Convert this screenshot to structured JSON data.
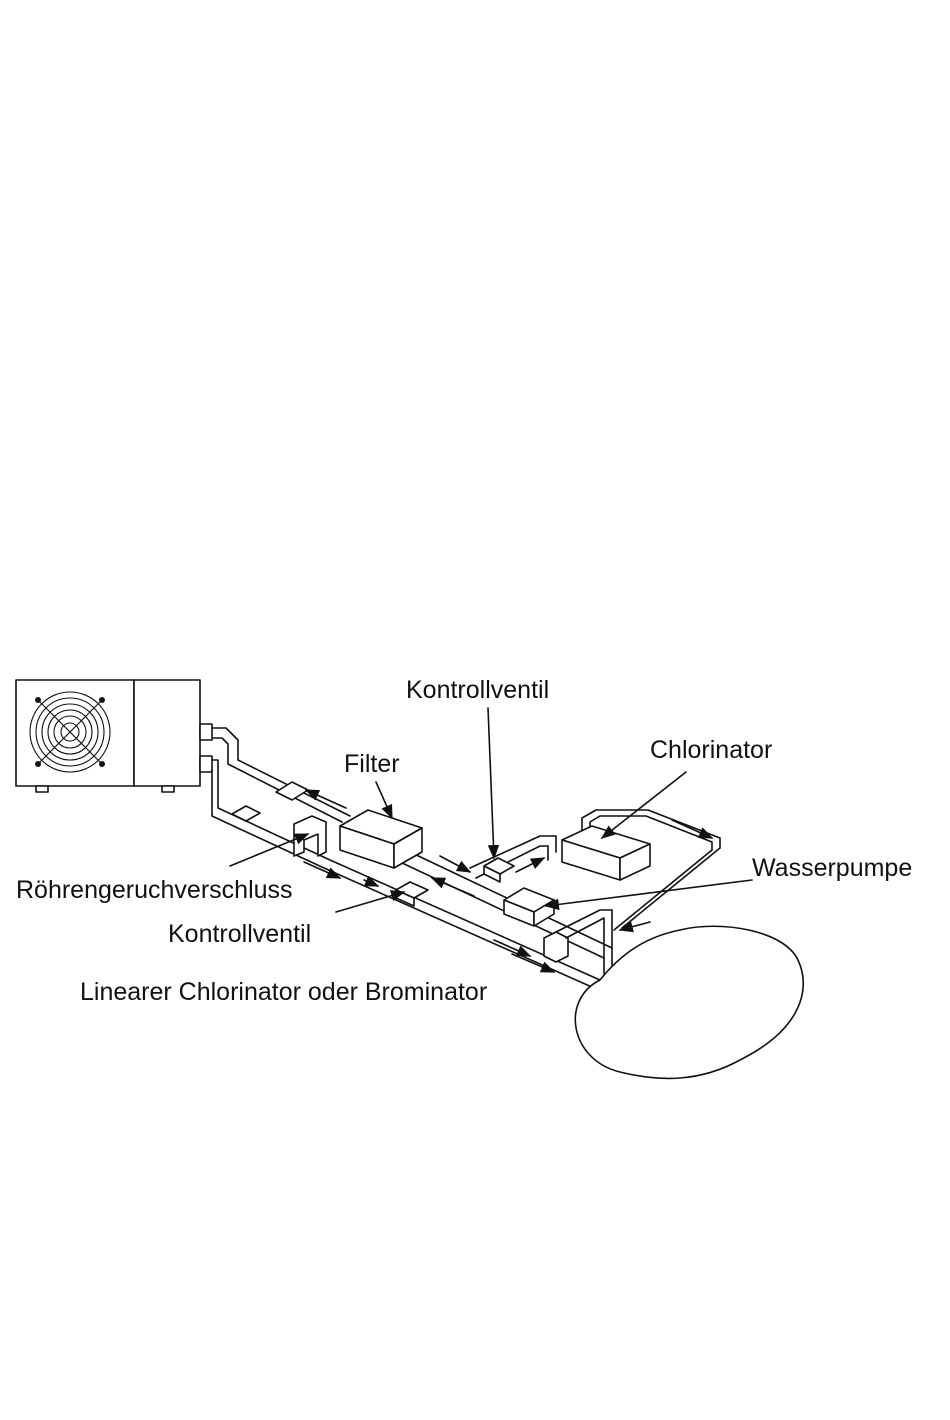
{
  "labels": {
    "kontrollventil_top": "Kontrollventil",
    "chlorinator": "Chlorinator",
    "filter": "Filter",
    "wasserpumpe": "Wasserpumpe",
    "roehrengeruchverschluss": "Röhrengeruchverschluss",
    "kontrollventil_bottom": "Kontrollventil",
    "linearer_chlorinator": "Linearer Chlorinator oder Brominator"
  },
  "colors": {
    "line": "#111111",
    "background": "#ffffff"
  }
}
